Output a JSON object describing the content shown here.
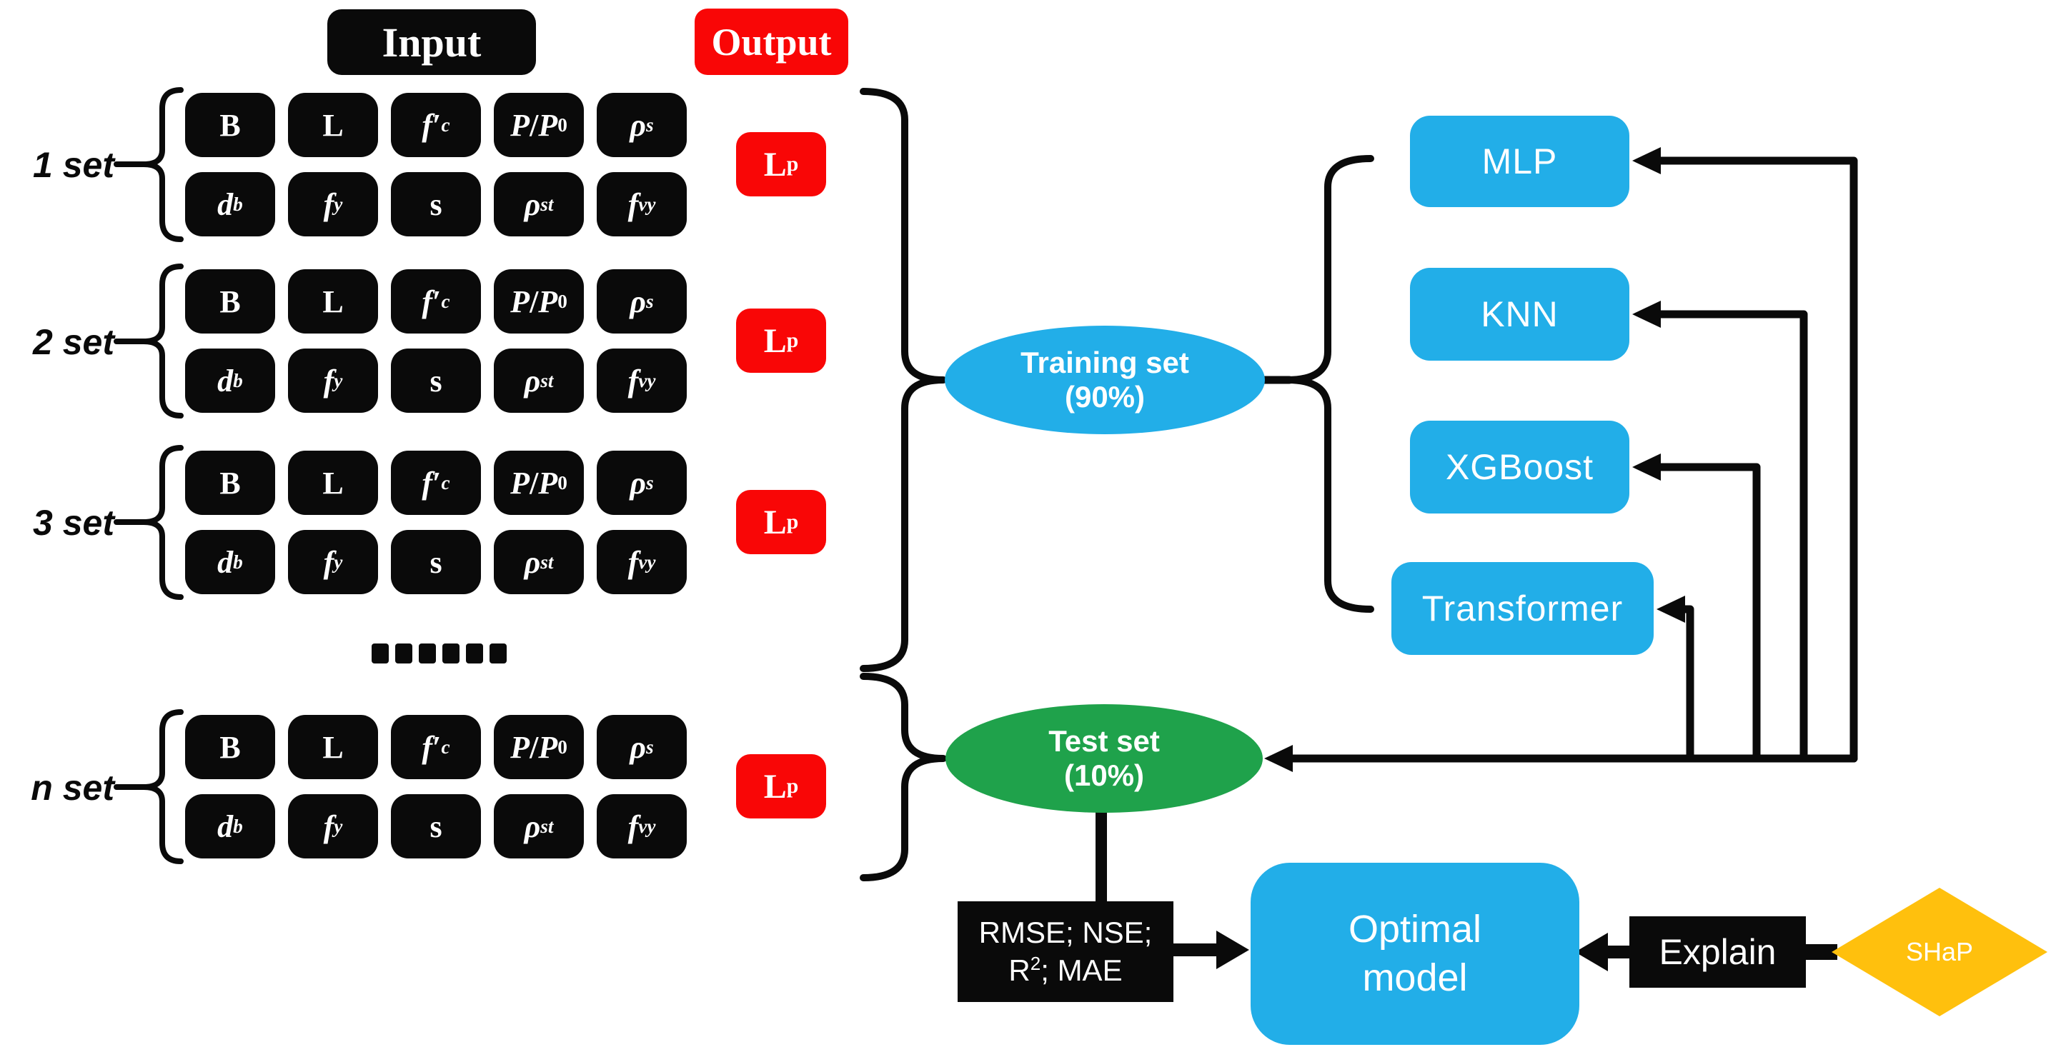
{
  "colors": {
    "cyan": "#22AEE8",
    "green": "#1FA24B",
    "red": "#F90606",
    "yellow": "#FFC00D",
    "black": "#0A0A0A"
  },
  "headers": {
    "input": "Input",
    "output": "Output"
  },
  "set_labels": [
    "1 set",
    "2 set",
    "3 set",
    "n set"
  ],
  "chips": {
    "row1": [
      "B",
      "L",
      "<i>f</i>′<sub><i>c</i></sub>",
      "<i>P</i>/<i>P</i><sub>0</sub>",
      "<i>ρ</i><sub><i>s</i></sub>"
    ],
    "row2": [
      "<i>d</i><sub><i>b</i></sub>",
      "<i>f</i><sub><i>y</i></sub>",
      "s",
      "<i>ρ</i><sub><i>st</i></sub>",
      "<i>f</i><sub><i>vy</i></sub>"
    ]
  },
  "output_chip": "L<sub>p</sub>",
  "splits": {
    "training": {
      "title": "Training set",
      "pct": "(90%)"
    },
    "test": {
      "title": "Test set",
      "pct": "(10%)"
    }
  },
  "models": [
    "MLP",
    "KNN",
    "XGBoost",
    "Transformer"
  ],
  "evaluation": {
    "line1": "RMSE; NSE;",
    "line2": "R<sup>2</sup>; MAE"
  },
  "optimal": {
    "line1": "Optimal",
    "line2": "model"
  },
  "explain_label": "Explain",
  "shap_label": "SHaP"
}
